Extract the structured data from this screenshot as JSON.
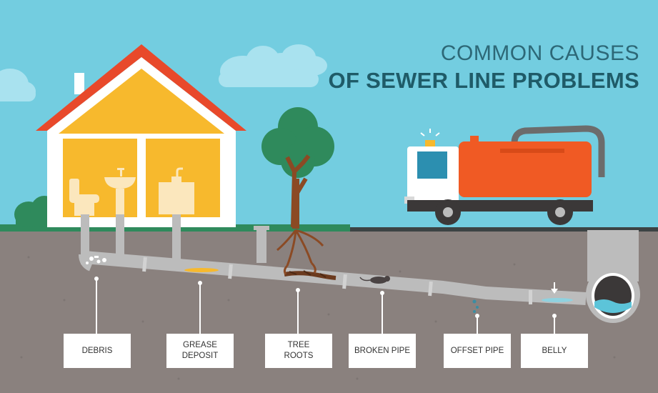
{
  "title": {
    "line1": "COMMON CAUSES",
    "line2": "OF SEWER LINE PROBLEMS"
  },
  "labels": {
    "debris": "DEBRIS",
    "grease_line1": "GREASE",
    "grease_line2": "DEPOSIT",
    "roots_line1": "TREE",
    "roots_line2": "ROOTS",
    "broken_pipe": "BROKEN PIPE",
    "offset_pipe": "OFFSET PIPE",
    "belly": "BELLY"
  },
  "colors": {
    "sky": "#73cde0",
    "ground": "#8a817e",
    "grass": "#2f8a5c",
    "house_wall": "#f7b92d",
    "roof": "#e8492b",
    "pipe": "#bcbcbc",
    "truck_tank": "#f05a24",
    "title_dark": "#1f5b68",
    "title_light": "#2d6877"
  },
  "icons": [
    "cloud-icon",
    "house-icon",
    "toilet-icon",
    "sink-icon",
    "tree-icon",
    "truck-icon",
    "manhole-icon",
    "rat-icon",
    "water-drop-icon",
    "arrow-down-icon"
  ]
}
